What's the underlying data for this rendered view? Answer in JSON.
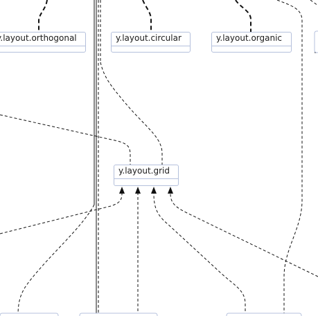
{
  "diagram": {
    "nodes": {
      "orthogonal": "y.layout.orthogonal",
      "circular": "y.layout.circular",
      "organic": "y.layout.organic",
      "grid": "y.layout.grid"
    }
  }
}
